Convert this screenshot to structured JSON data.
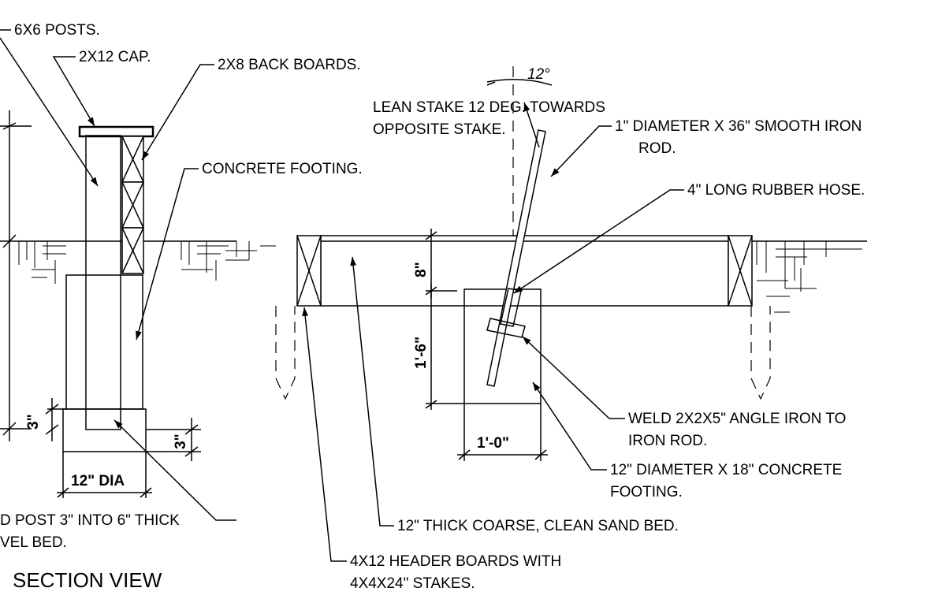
{
  "title": "SECTION VIEW",
  "angle_label": "12°",
  "labels": {
    "posts": "6X6 POSTS.",
    "cap": "2X12 CAP.",
    "back_boards": "2X8 BACK BOARDS.",
    "concrete_footing": "CONCRETE FOOTING.",
    "lean_stake_1": "LEAN STAKE 12 DEG.  TOWARDS",
    "lean_stake_2": "OPPOSITE STAKE.",
    "iron_rod_1": "1\" DIAMETER X 36\" SMOOTH IRON",
    "iron_rod_2": "ROD.",
    "rubber_hose": "4\" LONG RUBBER HOSE.",
    "weld_1": "WELD 2X2X5\" ANGLE IRON TO",
    "weld_2": "IRON ROD.",
    "footing_1": "12\" DIAMETER X 18\" CONCRETE",
    "footing_2": "FOOTING.",
    "sand_bed": "12\" THICK COARSE, CLEAN SAND BED.",
    "header_1": "4X12 HEADER BOARDS WITH",
    "header_2": "4X4X24\" STAKES.",
    "embed_1": "D POST 3\" INTO 6\" THICK",
    "embed_2": "VEL BED."
  },
  "dimensions": {
    "post_3in_left": "3\"",
    "post_3in_right": "3\"",
    "post_dia": "12\" DIA",
    "sand_8in": "8\"",
    "footing_depth": "1'-6\"",
    "footing_width": "1'-0\""
  }
}
